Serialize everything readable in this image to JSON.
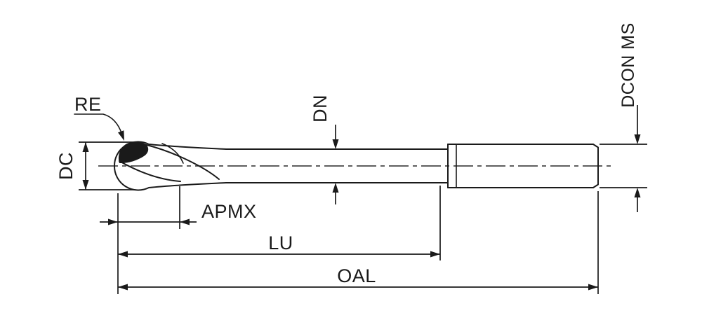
{
  "diagram": {
    "labels": {
      "re": "RE",
      "dc": "DC",
      "dn": "DN",
      "apmx": "APMX",
      "lu": "LU",
      "oal": "OAL",
      "dcon": "DCON MS"
    },
    "colors": {
      "line": "#1a1a1a",
      "background": "#ffffff",
      "flute_shading": "#1c1c1c",
      "body_light": "#f6f6f6",
      "body_dark": "#c6c6c6"
    }
  }
}
